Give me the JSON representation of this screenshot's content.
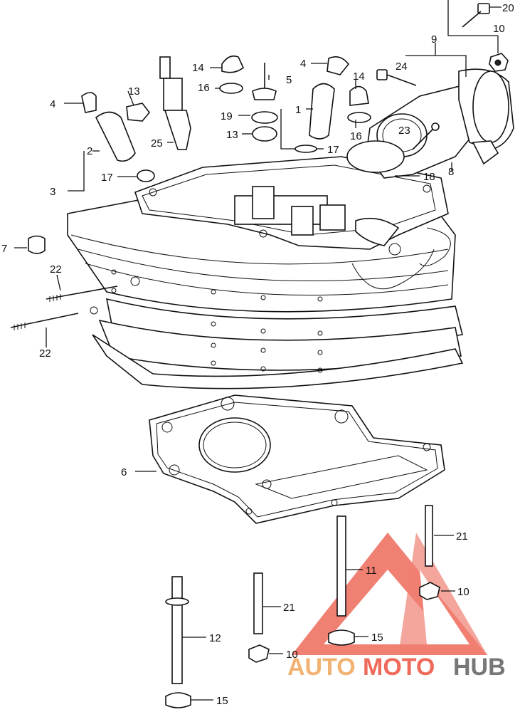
{
  "callouts": {
    "c20": "20",
    "c10a": "10",
    "c9": "9",
    "c4a": "4",
    "c14a": "14",
    "c5": "5",
    "c24": "24",
    "c16a": "16",
    "c4b": "4",
    "c13a": "13",
    "c1": "1",
    "c14b": "14",
    "c19": "19",
    "c13b": "13",
    "c16b": "16",
    "c23": "23",
    "c25": "25",
    "c17a": "17",
    "c2": "2",
    "c17b": "17",
    "c18": "18",
    "c8": "8",
    "c3": "3",
    "c7": "7",
    "c22a": "22",
    "c22b": "22",
    "c6": "6",
    "c21a": "21",
    "c11": "11",
    "c10b": "10",
    "c21b": "21",
    "c12": "12",
    "c15a": "15",
    "c10c": "10",
    "c15b": "15"
  },
  "watermark": {
    "auto": "AUTO",
    "moto": "MOTO",
    "hub": "HUB",
    "colors": {
      "auto": "#f2b272",
      "moto": "#ee6a5a",
      "hub": "#777777",
      "logo": "#ee6a5a"
    }
  }
}
